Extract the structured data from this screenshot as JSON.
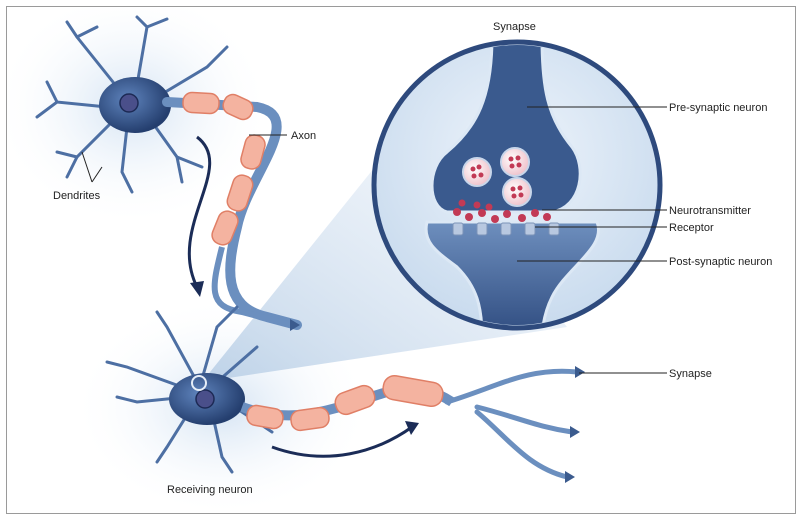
{
  "labels": {
    "synapse_top": "Synapse",
    "pre_synaptic": "Pre-synaptic neuron",
    "axon": "Axon",
    "dendrites": "Dendrites",
    "neurotransmitter": "Neurotransmitter",
    "receptor": "Receptor",
    "post_synaptic": "Post-synaptic neuron",
    "synapse_right": "Synapse",
    "receiving_neuron": "Receiving neuron"
  },
  "colors": {
    "neuron_blue": "#2e4a7d",
    "neuron_light": "#6b8fbf",
    "myelin": "#f4b3a0",
    "myelin_edge": "#e07f66",
    "glow": "#d6e6f5",
    "arrow": "#1b2c57"
  }
}
